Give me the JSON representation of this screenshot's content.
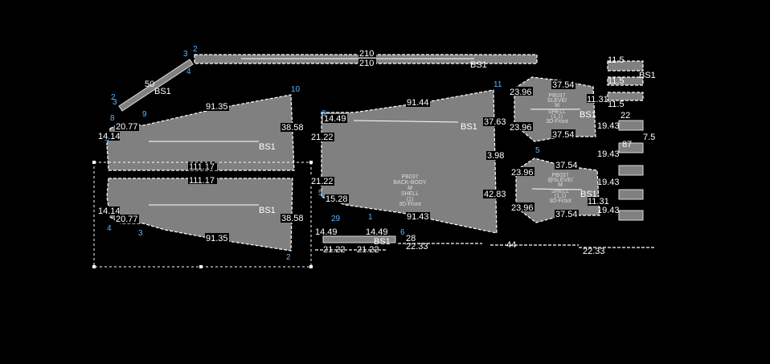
{
  "canvas": {
    "background": "#000000",
    "piece_fill": "#808080",
    "point_label_color": "#5ab4ff"
  },
  "waistband": {
    "top": "210",
    "bottom": "210",
    "grain": "BS1"
  },
  "tie": {
    "len": "50",
    "grain": "BS1"
  },
  "front_top": {
    "top": "91.35",
    "right": "38.58",
    "left": "14.14",
    "waist": "20.77",
    "bottom": "111.17",
    "grain": "BS1"
  },
  "front_bottom": {
    "top": "111.17",
    "bottom": "91.35",
    "right": "38.58",
    "left": "14.14",
    "waist": "20.77",
    "grain": "BS1"
  },
  "back_body": {
    "top": "91.44",
    "bottom": "91.43",
    "left_a": "14.49",
    "left_b": "21.22",
    "left_c": "21.22",
    "left_d": "15.28",
    "right_a": "37.63",
    "right_b": "3.98",
    "right_c": "42.83",
    "grain": "BS1",
    "info": [
      "PB037",
      "BACK-BODY",
      "M",
      "SHELL",
      "(1)",
      "3D-Front"
    ]
  },
  "sleeve1": {
    "top": "37.54",
    "bottom": "37.54",
    "left_a": "23.96",
    "left_b": "23.96",
    "right": "11.31",
    "grain": "BS1",
    "info": [
      "PB037",
      "SLEVE/",
      "M",
      "SHELL",
      "(1,1)",
      "3D-Front"
    ]
  },
  "sleeve2": {
    "top": "37.54",
    "bottom": "37.54",
    "left_a": "23.96",
    "left_b": "23.96",
    "right": "11.31",
    "grain": "BS1",
    "info": [
      "PB037",
      "@SLEVE/",
      "M",
      "SHELL",
      "(1,1)",
      "3D-Front"
    ]
  },
  "small": {
    "s1": "11.5",
    "s2": "11.5",
    "s3": "11.5",
    "s4": "22",
    "s5": "19.43",
    "s6": "19.43",
    "s7": "19.43",
    "s8": "19.43",
    "s9": "87",
    "s10": "7.5",
    "grain": "BS1"
  },
  "bottom_strips": {
    "a": "14.49",
    "b": "21.22",
    "c": "21.22",
    "d": "14.49",
    "e": "22.33",
    "f": "22.33",
    "g": "28",
    "h": "44",
    "grain": "BS1"
  },
  "points": [
    "2",
    "3",
    "4",
    "3",
    "2",
    "8",
    "9",
    "10",
    "7",
    "11",
    "5",
    "1",
    "2",
    "3",
    "4",
    "5",
    "6",
    "8",
    "29"
  ]
}
